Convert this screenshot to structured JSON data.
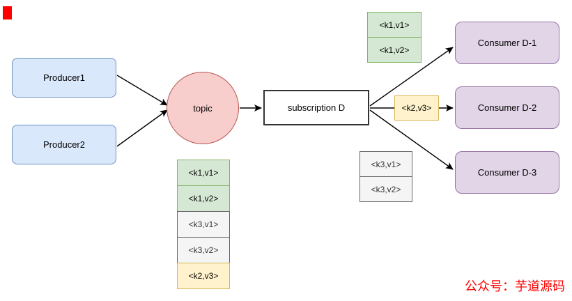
{
  "producers": [
    {
      "label": "Producer1"
    },
    {
      "label": "Producer2"
    }
  ],
  "topic": {
    "label": "topic"
  },
  "subscription": {
    "label": "subscription D"
  },
  "consumers": [
    {
      "label": "Consumer D-1"
    },
    {
      "label": "Consumer D-2"
    },
    {
      "label": "Consumer D-3"
    }
  ],
  "messages": {
    "group_k1": [
      {
        "label": "<k1,v1>"
      },
      {
        "label": "<k1,v2>"
      }
    ],
    "group_k2": [
      {
        "label": "<k2,v3>"
      }
    ],
    "group_k3": [
      {
        "label": "<k3,v1>"
      },
      {
        "label": "<k3,v2>"
      }
    ],
    "topic_queue": [
      {
        "label": "<k1,v1>",
        "color": "green"
      },
      {
        "label": "<k1,v2>",
        "color": "green"
      },
      {
        "label": "<k3,v1>",
        "color": "gray"
      },
      {
        "label": "<k3,v2>",
        "color": "gray"
      },
      {
        "label": "<k2,v3>",
        "color": "yellow"
      }
    ]
  },
  "watermark": {
    "text": "公众号：芋道源码"
  },
  "colors": {
    "producer_fill": "#dae8fc",
    "producer_border": "#6c8ebf",
    "topic_fill": "#f8cecc",
    "topic_border": "#b85450",
    "subscription_fill": "#ffffff",
    "subscription_border": "#333333",
    "consumer_fill": "#e1d5e7",
    "consumer_border": "#9673a6",
    "green_fill": "#d5e8d4",
    "green_border": "#82b366",
    "yellow_fill": "#fff2cc",
    "yellow_border": "#d6b656",
    "gray_fill": "#f5f5f5",
    "gray_border": "#666666",
    "arrow_color": "#000000",
    "watermark_color": "#ff0000",
    "corner_mark_color": "#ff0000"
  }
}
